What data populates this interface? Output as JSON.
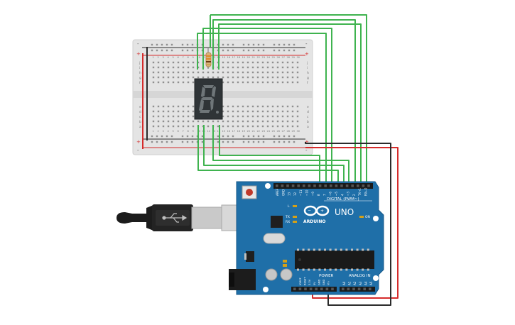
{
  "breadboard": {
    "rail_plus": "+",
    "rail_minus": "-",
    "row_letters_top": [
      "j",
      "i",
      "h",
      "g",
      "f"
    ],
    "row_letters_bottom": [
      "e",
      "d",
      "c",
      "b",
      "a"
    ],
    "column_numbers": [
      "1",
      "2",
      "3",
      "4",
      "5",
      "6",
      "7",
      "8",
      "9",
      "10",
      "11",
      "12",
      "13",
      "14",
      "15",
      "16",
      "17",
      "18",
      "19",
      "20",
      "21",
      "22",
      "23",
      "24",
      "25",
      "26",
      "27",
      "28",
      "29",
      "30"
    ]
  },
  "display": {
    "digit": "8"
  },
  "arduino": {
    "logo": "ARDUINO",
    "model": "UNO",
    "digital_label": "DIGITAL (PWM~)",
    "power_label": "POWER",
    "analog_label": "ANALOG IN",
    "on_label": "ON",
    "tx_label": "TX",
    "rx_label": "RX",
    "l_label": "L",
    "digital_pins": [
      "AREF",
      "GND",
      "13",
      "12",
      "~11",
      "~10",
      "~9",
      "8",
      "7",
      "~6",
      "~5",
      "4",
      "~3",
      "2",
      "TX→1",
      "RX←0"
    ],
    "power_pins": [
      "IOREF",
      "RESET",
      "3.3V",
      "5V",
      "GND",
      "GND",
      "Vin"
    ],
    "analog_pins": [
      "A0",
      "A1",
      "A2",
      "A3",
      "A4",
      "A5"
    ]
  },
  "colors": {
    "wire_green": "#3fb34f",
    "wire_red": "#d52b2b",
    "wire_black": "#2b2b2b",
    "board_blue": "#1f6fa8",
    "breadboard": "#e4e4e4"
  },
  "icons": {
    "usb_symbol": "usb-icon"
  }
}
